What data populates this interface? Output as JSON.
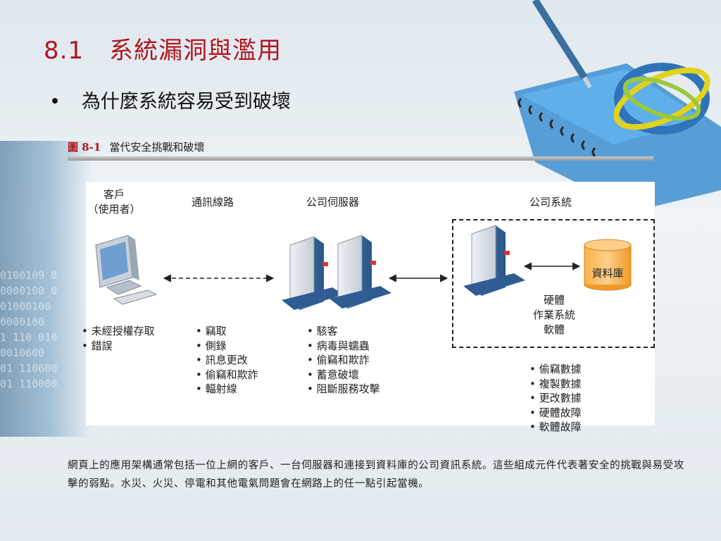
{
  "slide": {
    "title_number": "8.1",
    "title_text": "系統漏洞與濫用",
    "bullet_text": "為什麼系統容易受到破壞"
  },
  "figure": {
    "label": "圖 8-1",
    "title": "當代安全挑戰和破壞",
    "columns": {
      "client_line1": "客戶",
      "client_line2": "（使用者）",
      "comm": "通訊線路",
      "server": "公司伺服器",
      "system": "公司系統"
    },
    "database_label": "資料庫",
    "system_components": [
      "硬體",
      "作業系統",
      "軟體"
    ],
    "client_threats": [
      "未經授權存取",
      "錯誤"
    ],
    "comm_threats": [
      "竊取",
      "側錄",
      "訊息更改",
      "偷竊和欺詐",
      "輻射線"
    ],
    "server_threats": [
      "駭客",
      "病毒與蠕蟲",
      "偷竊和欺詐",
      "蓄意破壞",
      "阻斷服務攻擊"
    ],
    "system_threats": [
      "偷竊數據",
      "複製數據",
      "更改數據",
      "硬體故障",
      "軟體故障"
    ]
  },
  "caption": "網頁上的應用架構通常包括一位上網的客戶、一台伺服器和連接到資料庫的公司資訊系統。這些組成元件代表著安全的挑戰與易受攻擊的弱點。水災、火災、停電和其他電氣問題會在網路上的任一點引起當機。",
  "colors": {
    "title": "#b0151d",
    "database_fill": "#f5a43a",
    "server_blue": "#3f6fa6"
  },
  "background_binary": [
    "0100109 0",
    "0000100_0",
    "01000100",
    "0000100 ",
    "1 110 010",
    "0010600",
    "01 110600",
    "01 110000"
  ]
}
